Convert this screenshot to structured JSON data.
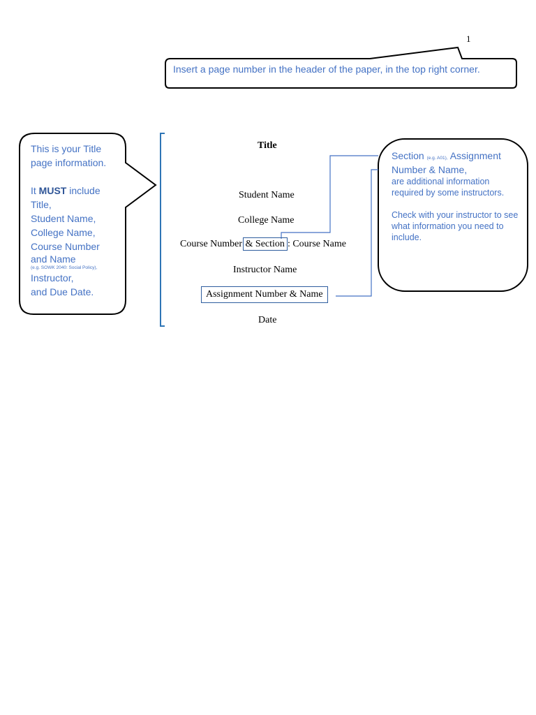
{
  "page_number": "1",
  "header_callout": {
    "text": "Insert a page number in the header of the paper, in the top right corner."
  },
  "title_page": {
    "title": "Title",
    "student_name": "Student Name",
    "college_name": "College Name",
    "course_number": "Course Number",
    "section": "& Section",
    "course_name": ": Course Name",
    "instructor_name": "Instructor Name",
    "assignment": "Assignment Number & Name",
    "date": "Date"
  },
  "left_callout": {
    "line1": "This is your Title page information.",
    "must_prefix": "It",
    "must": "MUST",
    "must_suffix": "include",
    "items": [
      "Title,",
      "Student Name,",
      "College Name,",
      "Course Number",
      "and Name"
    ],
    "example": "(e.g. SOWK 2040: Social Policy),",
    "items2": [
      "Instructor,",
      "and Due Date."
    ]
  },
  "right_callout": {
    "section": "Section",
    "example": "(e.g. A01),",
    "assignment": "Assignment Number & Name,",
    "additional": "are additional information required by some instructors.",
    "check": "Check with your instructor to see what information you need to include."
  },
  "colors": {
    "accent": "#4472C4",
    "border": "#2E5D9E"
  }
}
